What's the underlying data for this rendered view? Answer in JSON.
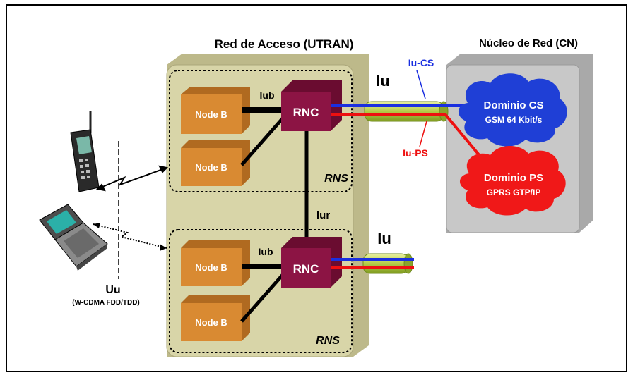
{
  "utran": {
    "title": "Red de Acceso (UTRAN)"
  },
  "core": {
    "title": "Núcleo de Red (CN)"
  },
  "nodes": [
    "Node B",
    "Node B",
    "Node B",
    "Node B"
  ],
  "rnc": [
    "RNC",
    "RNC"
  ],
  "rns": [
    "RNS",
    "RNS"
  ],
  "interfaces": {
    "iub": [
      "Iub",
      "Iub"
    ],
    "iur": "Iur",
    "iu": [
      "Iu",
      "Iu"
    ],
    "iu_cs": "Iu-CS",
    "iu_ps": "Iu-PS"
  },
  "domains": {
    "cs": {
      "title": "Dominio CS",
      "sub": "GSM 64 Kbit/s",
      "color": "#1f3fd6"
    },
    "ps": {
      "title": "Dominio PS",
      "sub": "GPRS GTP/IP",
      "color": "#f01818"
    }
  },
  "uu": {
    "label": "Uu",
    "sub": "(W-CDMA FDD/TDD)"
  },
  "colors": {
    "node": "#d98a32",
    "rnc": "#8c1444",
    "utran_bg": "#d8d5a8",
    "core_bg": "#c8c8c8",
    "cs_line": "#1a2fe0",
    "ps_line": "#ee1010",
    "tube": "#b8d24a"
  }
}
